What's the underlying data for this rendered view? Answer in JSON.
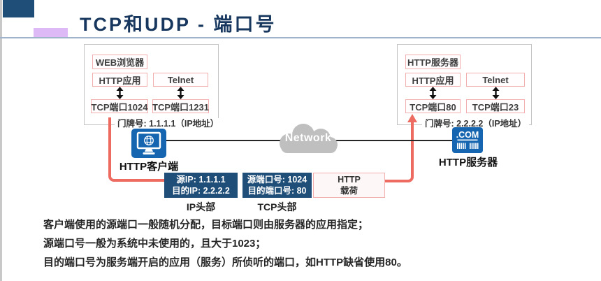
{
  "header": {
    "title": "TCP和UDP - 端口号"
  },
  "client_stack": {
    "browser": "WEB浏览器",
    "http_app": "HTTP应用",
    "telnet": "Telnet",
    "port_http": "TCP端口1024",
    "port_telnet": "TCP端口1231",
    "address": "门牌号: 1.1.1.1（IP地址）"
  },
  "server_stack": {
    "server_app": "HTTP服务器",
    "http_app": "HTTP应用",
    "telnet": "Telnet",
    "port_http": "TCP端口80",
    "port_telnet": "TCP端口23",
    "address": "门牌号: 2.2.2.2（IP地址）"
  },
  "topology": {
    "client_label": "HTTP客户端",
    "cloud_label": "Network",
    "server_label": "HTTP服务器",
    "server_icon_text": ".COM"
  },
  "packet": {
    "ip_line1": "源IP: 1.1.1.1",
    "ip_line2": "目的IP: 2.2.2.2",
    "ip_label": "IP头部",
    "tcp_line1": "源端口号: 1024",
    "tcp_line2": "目的端口号: 80",
    "tcp_label": "TCP头部",
    "payload_line1": "HTTP",
    "payload_line2": "载荷"
  },
  "notes": {
    "line1": "客户端使用的源端口一般随机分配，目标端口则由服务器的应用指定；",
    "line2": "源端口号一般为系统中未使用的，且大于1023；",
    "line3": "目的端口号为服务端开启的应用（服务）所侦听的端口，如HTTP缺省使用80。"
  },
  "colors": {
    "title": "#17375E",
    "accent_square": "#1F4E79",
    "accent_bar": "#DDBAF6",
    "packet_header_blue": "#1F4E79",
    "icon_blue": "#1565B0",
    "pink_border": "#F2AFAD",
    "red_line": "#ED6B60",
    "cloud_gray": "#BFBFBF"
  }
}
